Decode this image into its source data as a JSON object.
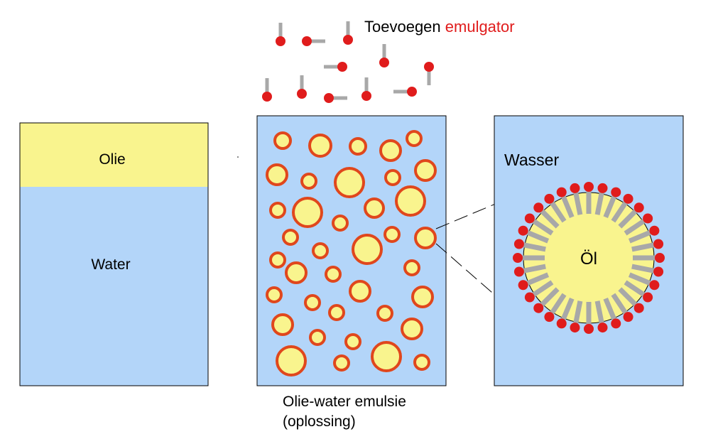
{
  "title": {
    "prefix": "Toevoegen ",
    "highlight": "emulgator"
  },
  "left_box": {
    "top_label": "Olie",
    "bottom_label": "Water"
  },
  "middle_box": {
    "caption_line1": "Olie-water emulsie",
    "caption_line2": "(oplossing)"
  },
  "right_box": {
    "outer_label": "Wasser",
    "inner_label": "Öl"
  },
  "colors": {
    "water": "#b3d5f9",
    "oil": "#f9f48e",
    "droplet_rim": "#e0471c",
    "emulsifier_head": "#e01c1c",
    "emulsifier_tail": "#a8a8a8",
    "highlight_text": "#e01c1c"
  }
}
